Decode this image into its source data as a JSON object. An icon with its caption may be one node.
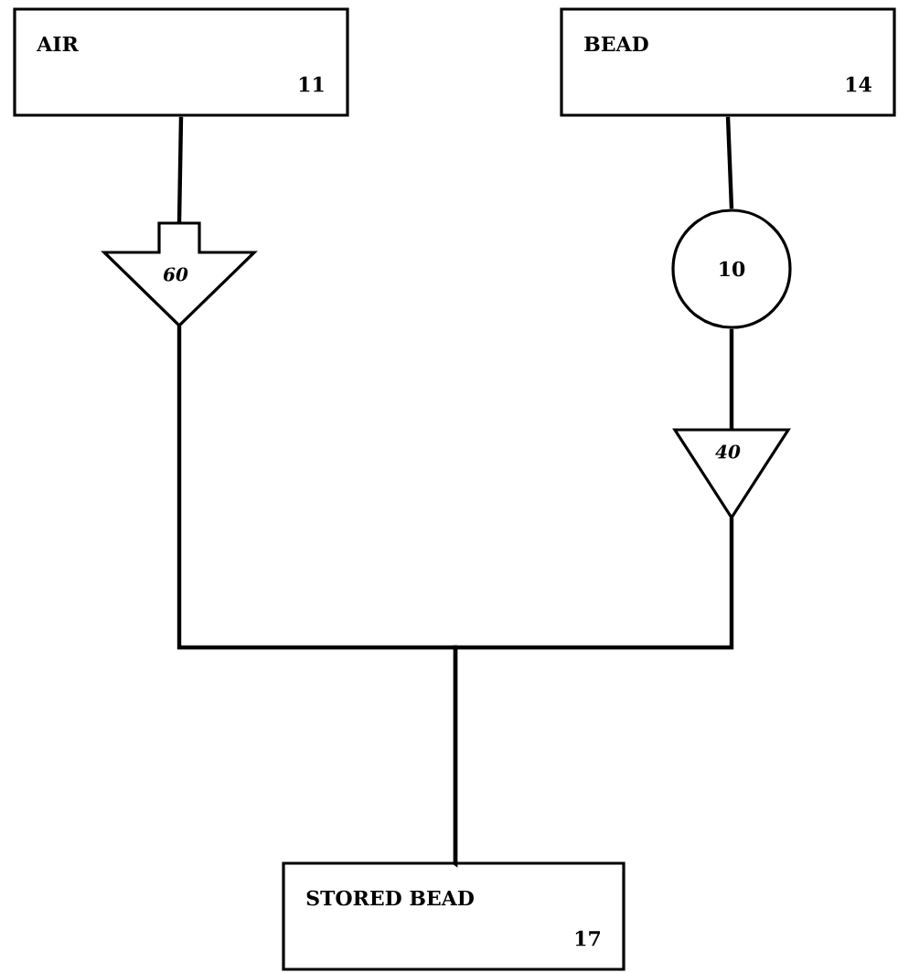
{
  "diagram": {
    "nodes": [
      {
        "text": [
          "AIR",
          "11"
        ]
      },
      {
        "text": [
          "BEAD",
          "14"
        ]
      },
      {
        "text": [
          "60"
        ]
      },
      {
        "text": [
          "10"
        ]
      },
      {
        "text": [
          "40"
        ]
      },
      {
        "text": [
          "STORED BEAD",
          "17"
        ]
      }
    ],
    "edges": [
      {
        "from": 0,
        "to": 2,
        "arrow": "none"
      },
      {
        "from": 1,
        "to": 3,
        "arrow": "none"
      },
      {
        "from": 3,
        "to": 4,
        "arrow": "none"
      },
      {
        "from": 2,
        "to": 5,
        "arrow": "none"
      },
      {
        "from": 4,
        "to": 5,
        "arrow": "none"
      }
    ]
  }
}
